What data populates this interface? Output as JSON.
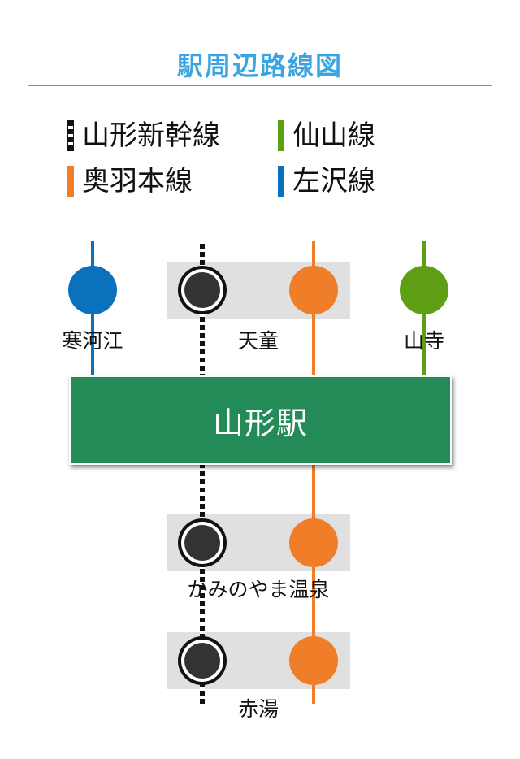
{
  "title": "駅周辺路線図",
  "legend": {
    "yamagata_shinkansen": "山形新幹線",
    "senzan": "仙山線",
    "ou_main": "奥羽本線",
    "aterazawa": "左沢線"
  },
  "stations": {
    "sagae": "寒河江",
    "tendo": "天童",
    "yamadera": "山寺",
    "kaminoyama": "かみのやま温泉",
    "akayu": "赤湯"
  },
  "main_station": "山形駅",
  "colors": {
    "title": "#3aa5e0",
    "title_rule": "#3aa5e0",
    "shinkansen": "#111111",
    "senzan": "#5f9f15",
    "ou_main": "#f07e29",
    "aterazawa": "#0a71bd",
    "main_box": "#238b57",
    "station_band": "#e0e0e0",
    "shinkansen_stop_fill": "#333333"
  }
}
